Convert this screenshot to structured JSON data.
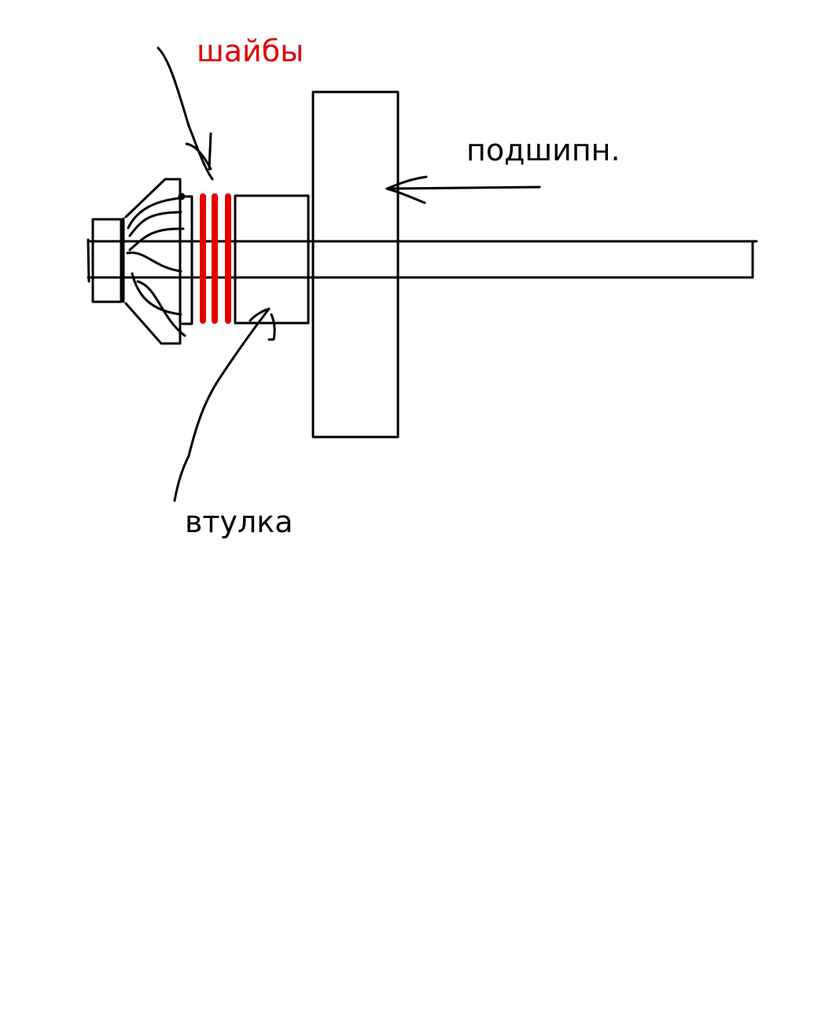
{
  "labels": {
    "washers": "шайбы",
    "bearing": "подшипн.",
    "bushing": "втулка"
  },
  "colors": {
    "ink": "#000000",
    "washers": "#e00000"
  }
}
